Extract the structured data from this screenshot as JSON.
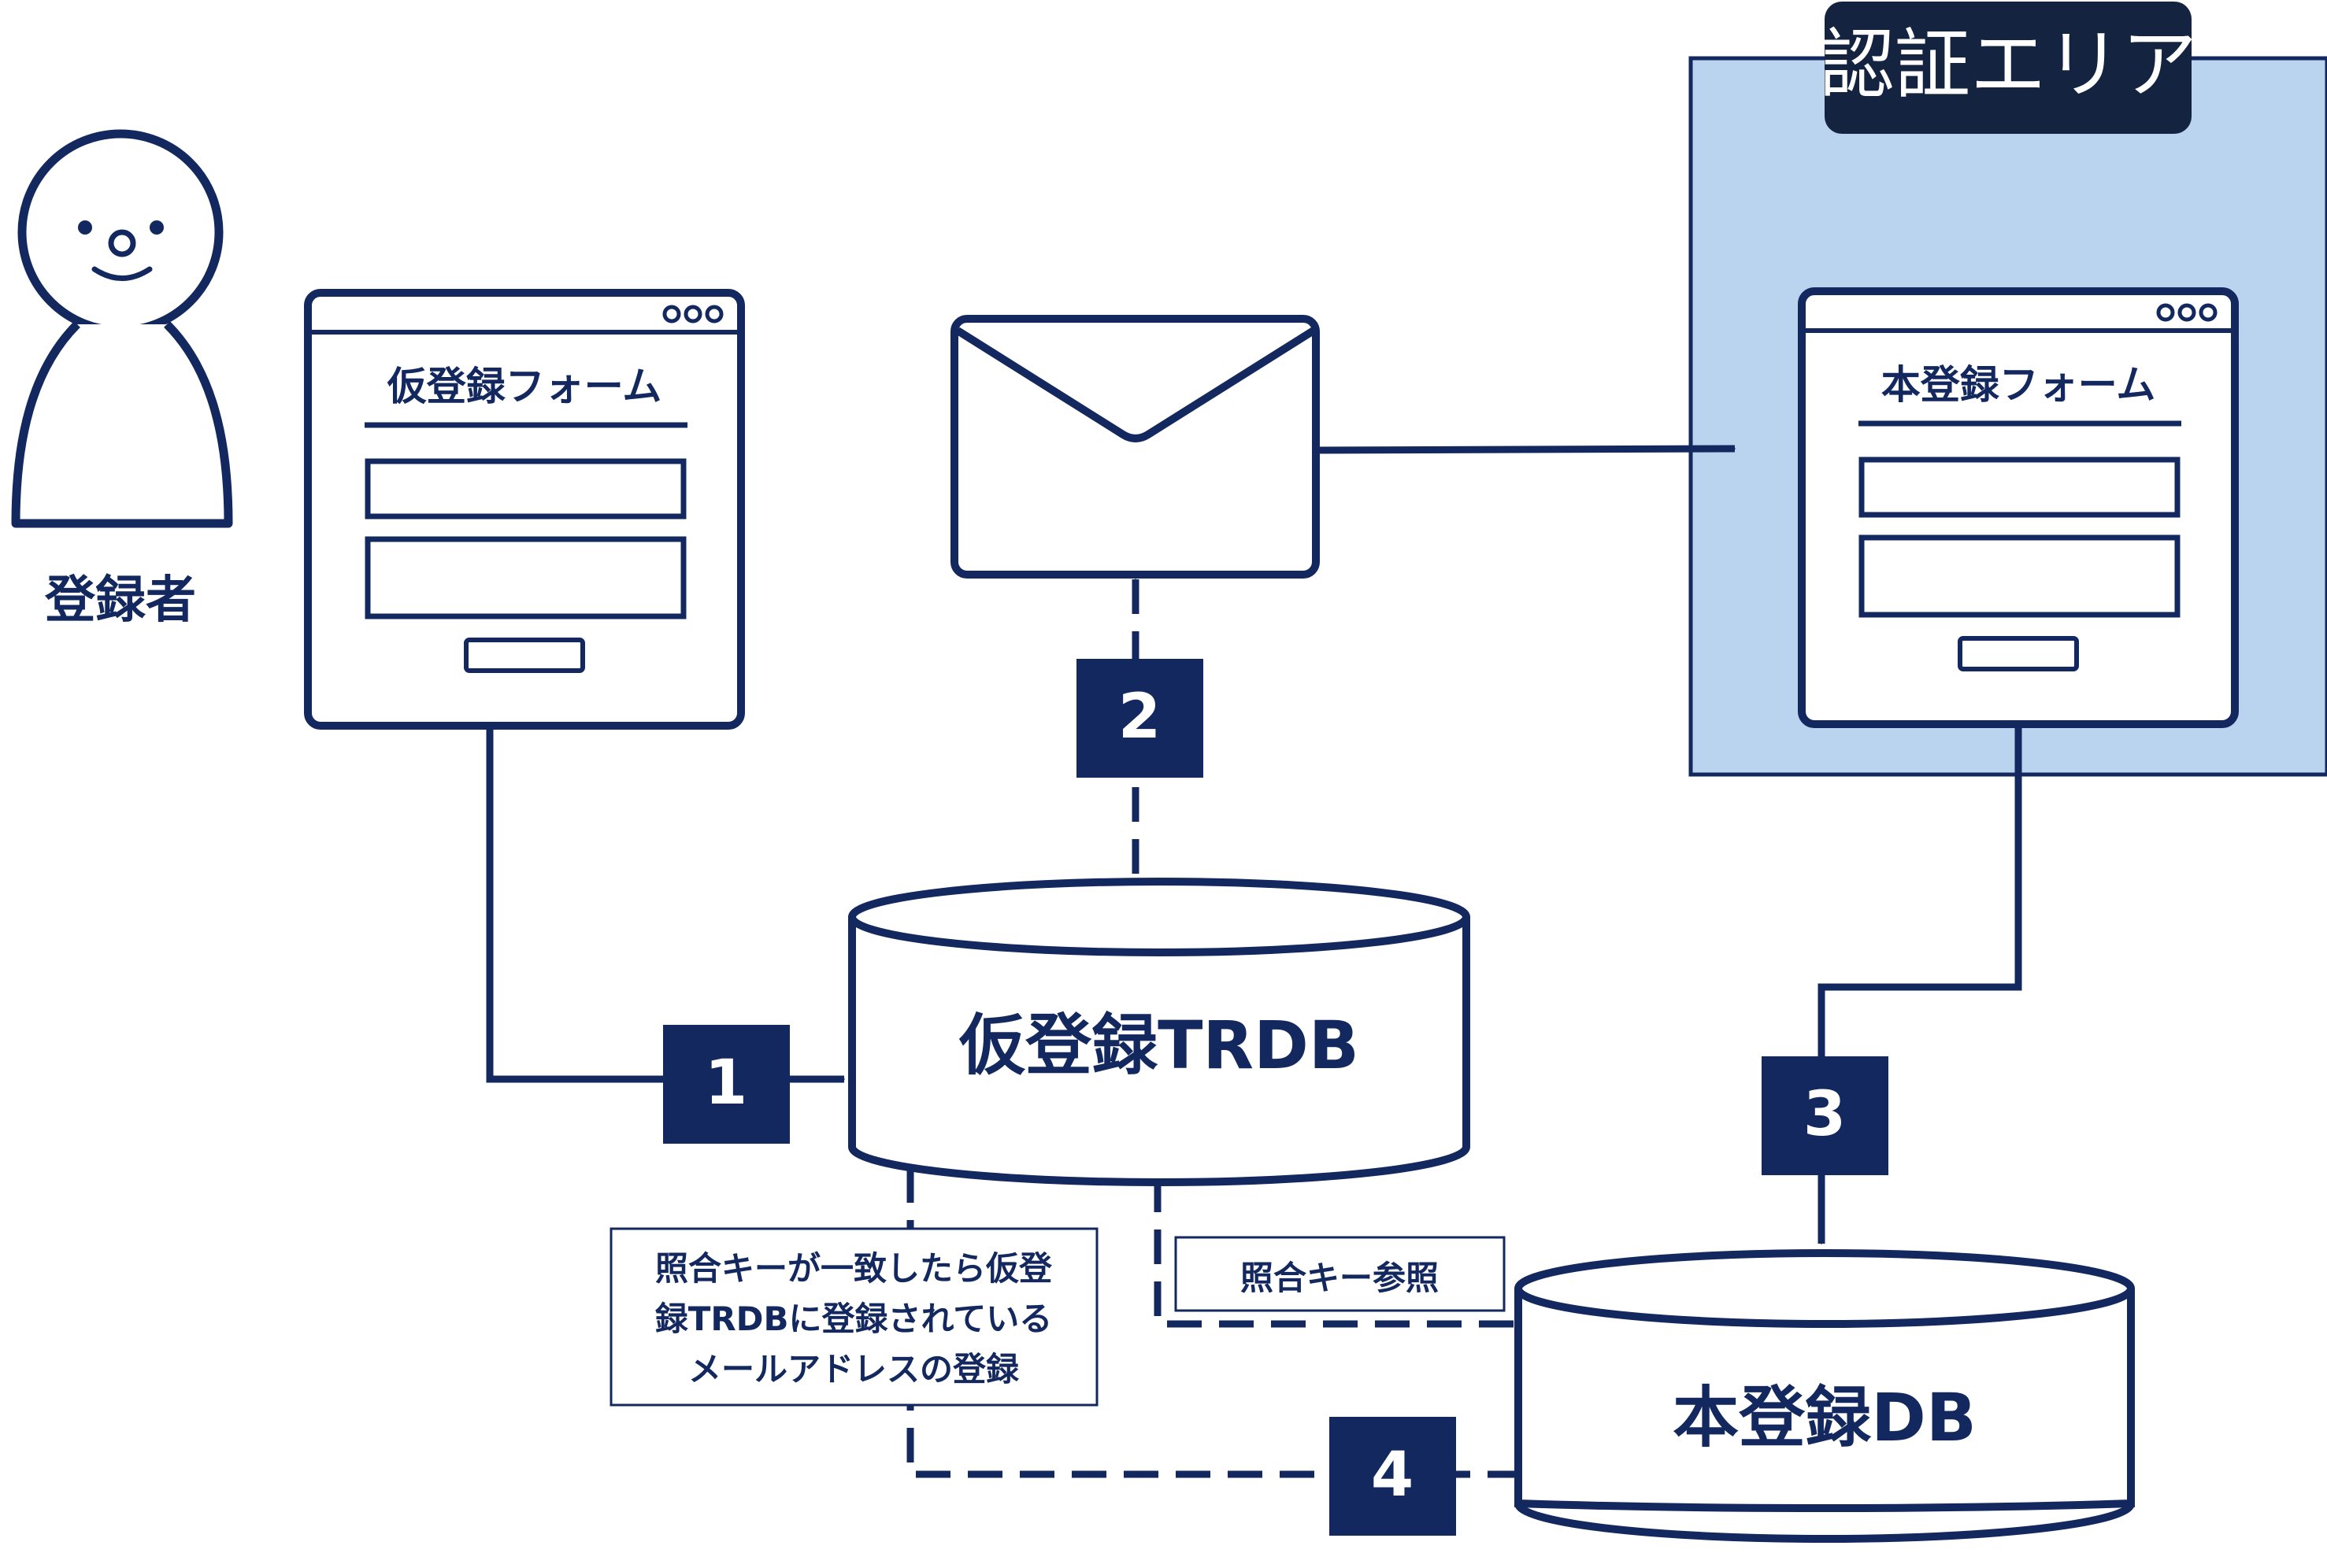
{
  "person": {
    "label": "登録者"
  },
  "auth_area": {
    "title": "認証エリア"
  },
  "temp_form": {
    "title": "仮登録フォーム"
  },
  "main_form": {
    "title": "本登録フォーム"
  },
  "temp_db": {
    "label": "仮登録TRDB"
  },
  "main_db": {
    "label": "本登録DB"
  },
  "steps": [
    "1",
    "2",
    "3",
    "4"
  ],
  "notes": {
    "match_key_ref": "照合キー参照",
    "delete_note": [
      "照合キーが一致したら仮登",
      "録TRDBに登録されている",
      "メールアドレスの登録"
    ]
  },
  "colors": {
    "navy": "#13285e",
    "dark_badge": "#14233f",
    "auth_fill": "#bad4ef"
  }
}
